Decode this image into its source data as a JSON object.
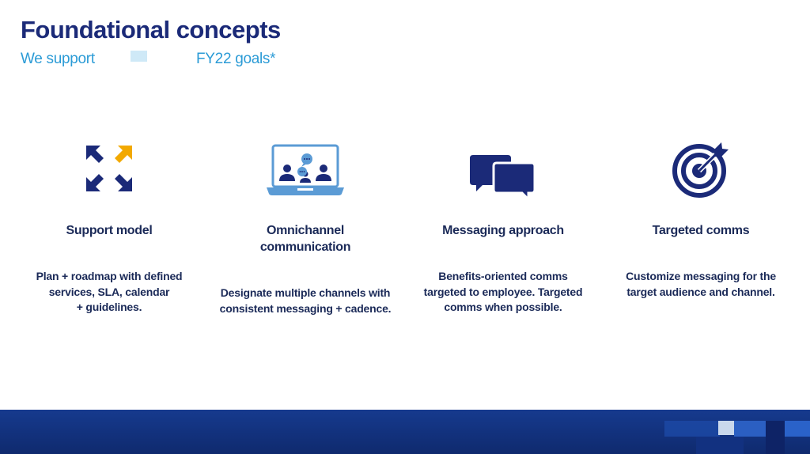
{
  "header": {
    "title": "Foundational concepts",
    "subtitle_part1": "We support",
    "subtitle_part2": "FY22 goals*"
  },
  "colors": {
    "title": "#1b2a78",
    "subtitle": "#2b9bd6",
    "icon_primary": "#1b2a78",
    "icon_accent": "#f2a900",
    "laptop": "#5b9bd5",
    "footer": "#163a8e"
  },
  "pillars": [
    {
      "icon": "arrows-expand-icon",
      "heading": "Support model",
      "description": [
        "Plan + roadmap with defined",
        "services, SLA, calendar",
        "+ guidelines."
      ]
    },
    {
      "icon": "laptop-chat-icon",
      "heading": [
        "Omnichannel",
        "communication"
      ],
      "description": [
        "Designate multiple channels with",
        "consistent messaging + cadence."
      ]
    },
    {
      "icon": "speech-bubbles-icon",
      "heading": "Messaging approach",
      "description": [
        "Benefits-oriented comms",
        "targeted to employee. Targeted",
        "comms when possible."
      ]
    },
    {
      "icon": "target-icon",
      "heading": "Targeted comms",
      "description": [
        "Customize messaging for the",
        "target audience and channel."
      ]
    }
  ]
}
